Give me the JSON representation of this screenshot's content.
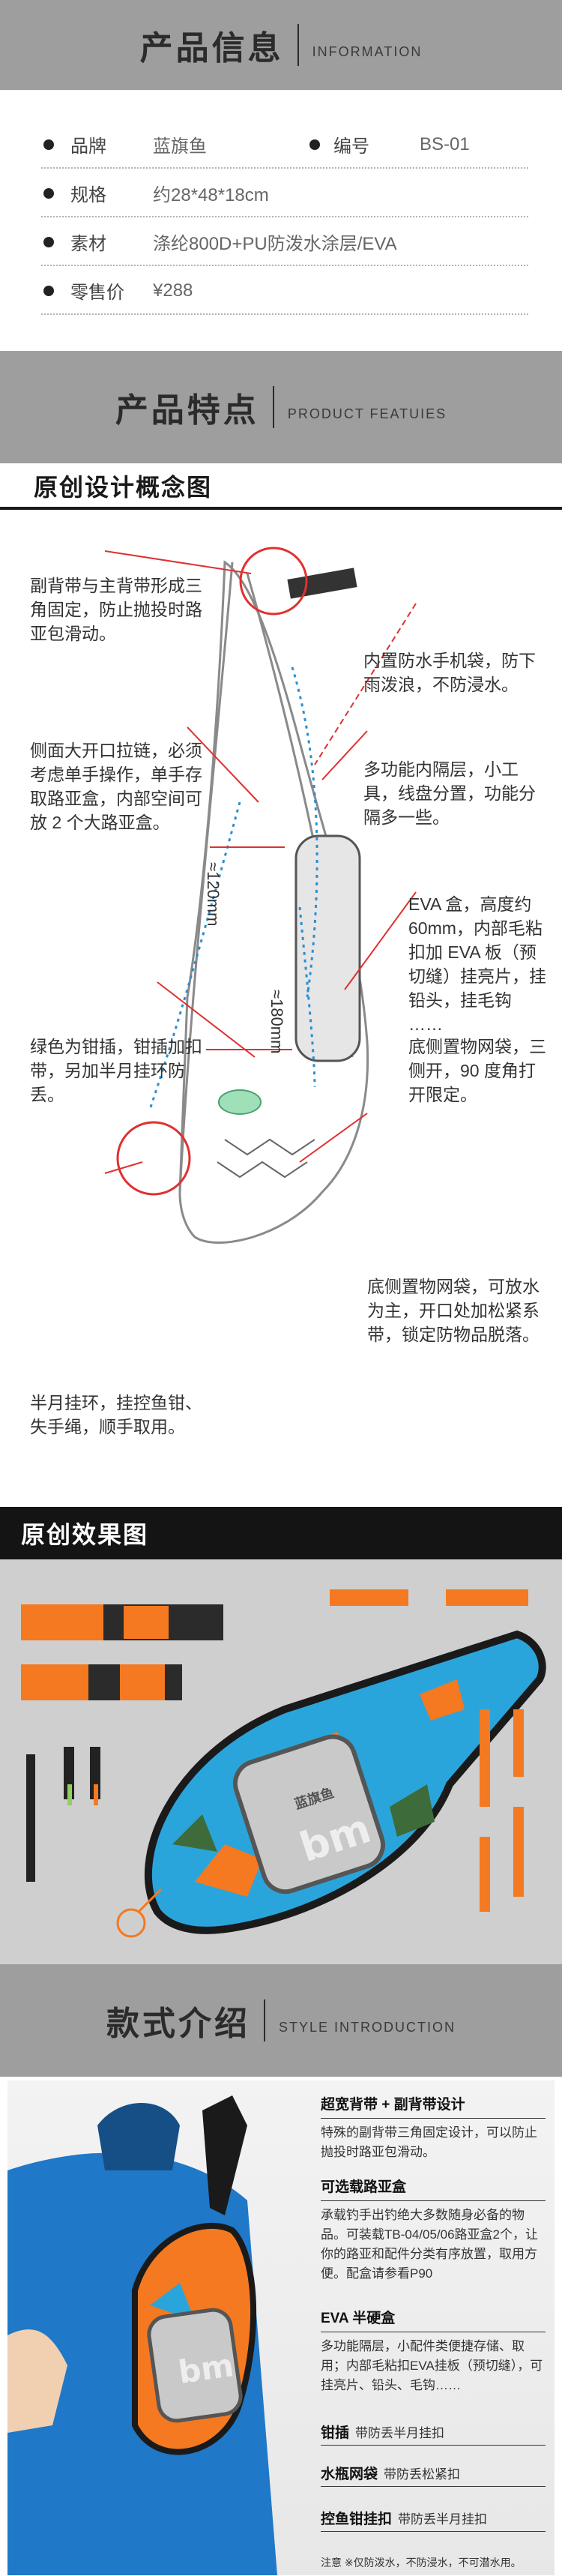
{
  "info_section": {
    "title_cn": "产品信息",
    "title_en": "INFORMATION",
    "rows": [
      {
        "label": "品牌",
        "value": "蓝旗鱼",
        "label2": "编号",
        "value2": "BS-01"
      },
      {
        "label": "规格",
        "value": "约28*48*18cm"
      },
      {
        "label": "素材",
        "value": "涤纶800D+PU防泼水涂层/EVA"
      },
      {
        "label": "零售价",
        "value": "¥288"
      }
    ]
  },
  "features_section": {
    "title_cn": "产品特点",
    "title_en": "PRODUCT FEATUIES"
  },
  "design_section": {
    "title": "原创设计概念图",
    "notes": {
      "n1": "副背带与主背带形成三角固定，防止抛投时路亚包滑动。",
      "n2": "内置防水手机袋，防下雨泼浪，不防浸水。",
      "n3": "侧面大开口拉链，必须考虑单手操作，单手存取路亚盒，内部空间可放 2 个大路亚盒。",
      "n4": "多功能内隔层，小工具，线盘分置，功能分隔多一些。",
      "n5": "EVA 盒，高度约60mm，内部毛粘扣加 EVA 板（预切缝）挂亮片，挂铅头，挂毛钩 ……",
      "n6": "底侧置物网袋，三侧开，90 度角打开限定。",
      "n7": "绿色为钳插，钳插加扣带，另加半月挂环防丢。",
      "n8": "底侧置物网袋，可放水为主，开口处加松紧系带，锁定防物品脱落。",
      "n9": "半月挂环，挂控鱼钳、失手绳，顺手取用。",
      "dim1": "≈120mm",
      "dim2": "≈180mm"
    }
  },
  "effect_section": {
    "title": "原创效果图",
    "box_logo": "bm",
    "box_brand": "蓝旗鱼"
  },
  "style_section": {
    "title_cn": "款式介绍",
    "title_en": "STYLE INTRODUCTION",
    "features": [
      {
        "title": "超宽背带 + 副背带设计",
        "desc": "特殊的副背带三角固定设计，可以防止抛投时路亚包滑动。"
      },
      {
        "title": "可选载路亚盒",
        "desc": "承载钓手出钓绝大多数随身必备的物品。可装载TB-04/05/06路亚盒2个，让你的路亚和配件分类有序放置，取用方便。配盒请参看P90"
      },
      {
        "title": "EVA 半硬盒",
        "desc": "多功能隔层，小配件类便捷存储、取用；内部毛粘扣EVA挂板（预切缝），可挂亮片、铅头、毛钩……"
      }
    ],
    "lines": [
      {
        "title": "钳插",
        "desc": "带防丢半月挂扣"
      },
      {
        "title": "水瓶网袋",
        "desc": "带防丢松紧扣"
      },
      {
        "title": "控鱼钳挂扣",
        "desc": "带防丢半月挂扣"
      }
    ],
    "footnote": "注意 ※仅防泼水，不防浸水，不可潜水用。",
    "photo_logo": "bm"
  },
  "colors": {
    "band_gray": "#9e9e9e",
    "orange": "#f47920",
    "blue": "#2aa5dc",
    "dark": "#141414"
  }
}
